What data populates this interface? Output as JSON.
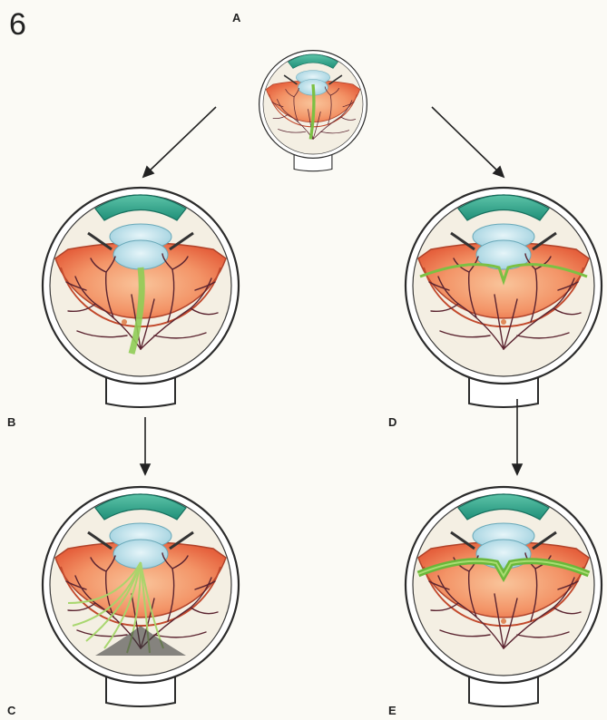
{
  "figure": {
    "number": "6",
    "panels": {
      "a": {
        "label": "A"
      },
      "b": {
        "label": "B"
      },
      "c": {
        "label": "C"
      },
      "d": {
        "label": "D"
      },
      "e": {
        "label": "E"
      }
    }
  },
  "colors": {
    "retina": "#f07a52",
    "retina_inner": "#f8b98c",
    "vitreous_fibers": "#7cc043",
    "cornea": "#2fa88f",
    "lens": "#bfe4ee",
    "vessels": "#6a2b2b",
    "outline": "#2b2b2b"
  }
}
